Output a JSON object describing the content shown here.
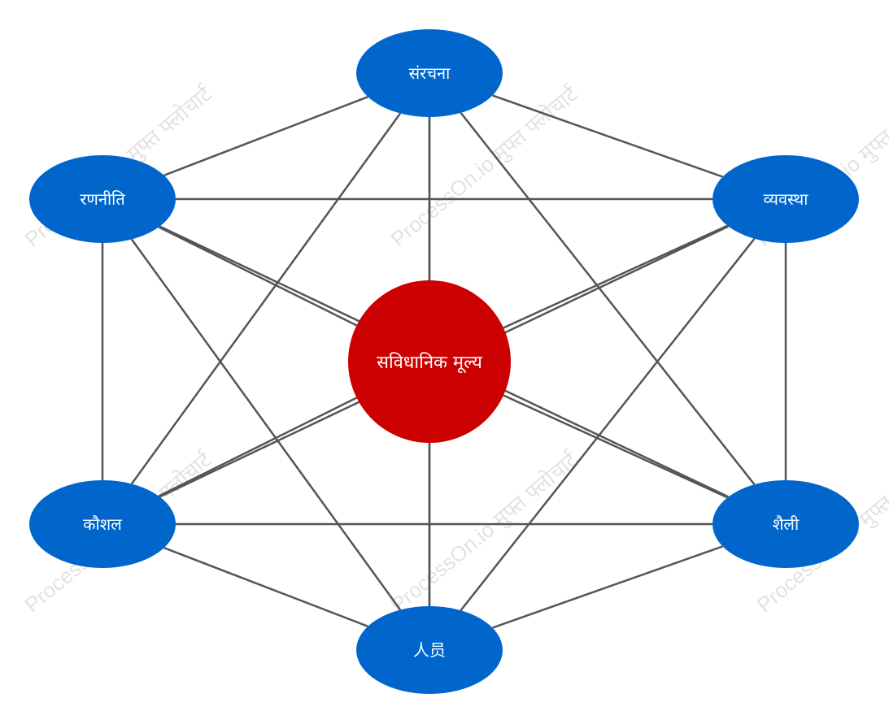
{
  "center": {
    "label": "सविधानिक मूल्य",
    "color": "#cc0000"
  },
  "nodes": [
    {
      "id": "top",
      "label": "संरचना"
    },
    {
      "id": "upper-right",
      "label": "व्यवस्था"
    },
    {
      "id": "lower-right",
      "label": "शैली"
    },
    {
      "id": "bottom",
      "label": "人员"
    },
    {
      "id": "lower-left",
      "label": "कौशल"
    },
    {
      "id": "upper-left",
      "label": "रणनीति"
    }
  ],
  "node_color": "#0066cc",
  "edge_color": "#555555",
  "watermark": "ProcessOn.io मुफ्त फ्लोचार्ट"
}
